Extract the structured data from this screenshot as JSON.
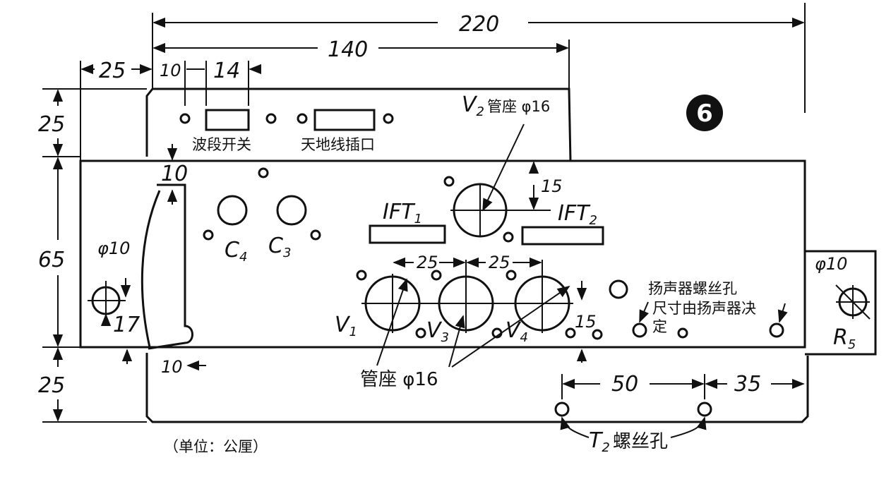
{
  "figure_number": "6",
  "dimensions": {
    "overall_width": "220",
    "top_span": "140",
    "left_offset": "25",
    "first_hole_offset": "10",
    "switch_width": "14",
    "top_flange_height": "25",
    "chassis_height": "65",
    "bottom_flange_height": "25",
    "notch_depth": "10",
    "notch_bottom": "10",
    "v2_offset": "15",
    "tube_spacing_1": "25",
    "tube_spacing_2": "25",
    "tube_side": "15",
    "left_hole_diameter": "φ10",
    "left_hole_offset": "17",
    "right_hole_diameter": "φ10",
    "t2_spacing": "50",
    "t2_edge": "35"
  },
  "labels": {
    "band_switch": "波段开关",
    "antenna_socket": "天地线插口",
    "v2_socket": "V",
    "v2_sub": "2",
    "v2_socket_desc": "管座 φ16",
    "ift1": "IFT",
    "ift1_sub": "1",
    "ift2": "IFT",
    "ift2_sub": "2",
    "c4": "C",
    "c4_sub": "4",
    "c3": "C",
    "c3_sub": "3",
    "v1": "V",
    "v1_sub": "1",
    "v3": "V",
    "v3_sub": "3",
    "v4": "V",
    "v4_sub": "4",
    "tube_socket": "管座 φ16",
    "speaker_hole_line1": "扬声器螺丝孔",
    "speaker_hole_line2": "尺寸由扬声器决",
    "speaker_hole_line3": "定",
    "r5": "R",
    "r5_sub": "5",
    "t2": "T",
    "t2_sub": "2",
    "t2_hole": "螺丝孔",
    "unit_note": "（单位：公厘）"
  }
}
